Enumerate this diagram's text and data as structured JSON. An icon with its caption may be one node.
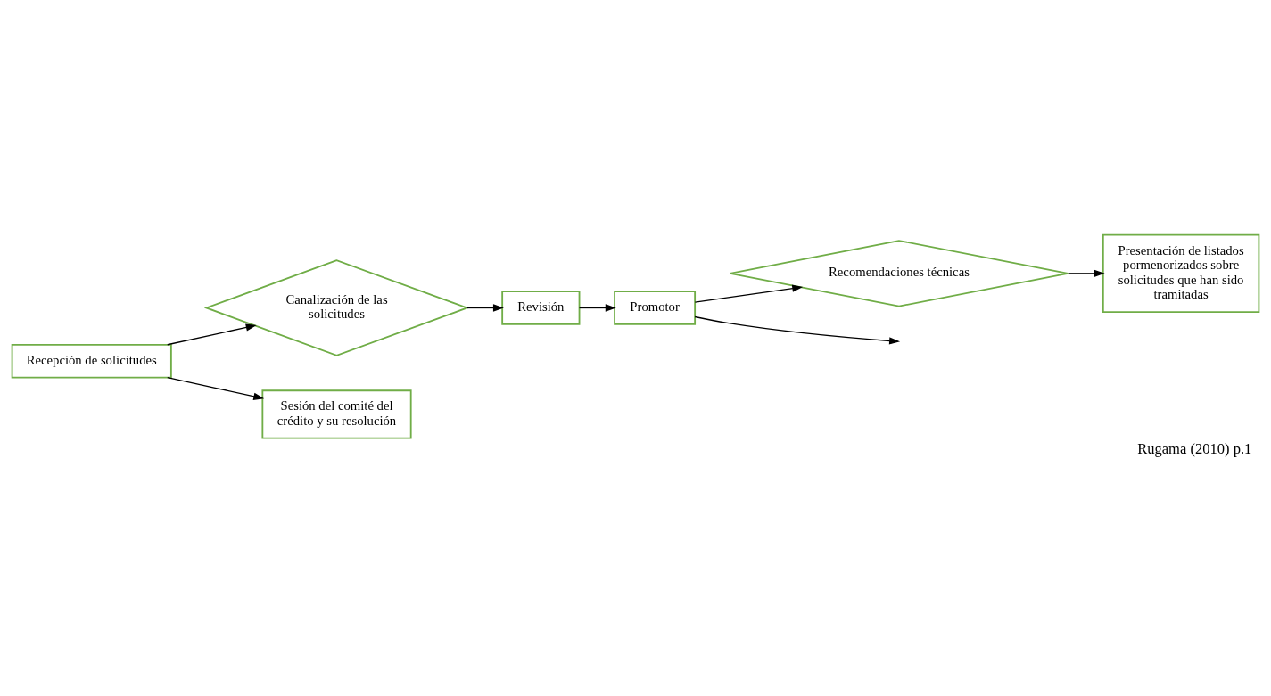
{
  "diagram": {
    "caption": "Rugama (2010) p.1",
    "nodes": [
      {
        "text": [
          "Recepción de solicitudes"
        ]
      },
      {
        "text": [
          "Canalización de las solicitudes"
        ]
      },
      {
        "text": [
          "Revisión"
        ]
      },
      {
        "text": [
          "Promotor"
        ]
      },
      {
        "text": [
          "Recomendaciones técnicas"
        ]
      },
      {
        "text": [
          "Presentación de listados pormenorizados sobre solicitudes que han sido tramitadas"
        ]
      },
      {
        "text": [
          "Sesión del comité del crédito y su resolución"
        ]
      }
    ],
    "edges": [
      {
        "from": 0,
        "to": 1,
        "arrow": "to"
      },
      {
        "from": 1,
        "to": 2,
        "arrow": "to"
      },
      {
        "from": 2,
        "to": 3,
        "arrow": "to"
      },
      {
        "from": 3,
        "to": 4,
        "arrow": "to"
      },
      {
        "from": 4,
        "to": 5,
        "arrow": "to"
      },
      {
        "from": 3,
        "to": null,
        "arrow": "to"
      },
      {
        "from": 0,
        "to": 6,
        "arrow": "to"
      }
    ]
  }
}
